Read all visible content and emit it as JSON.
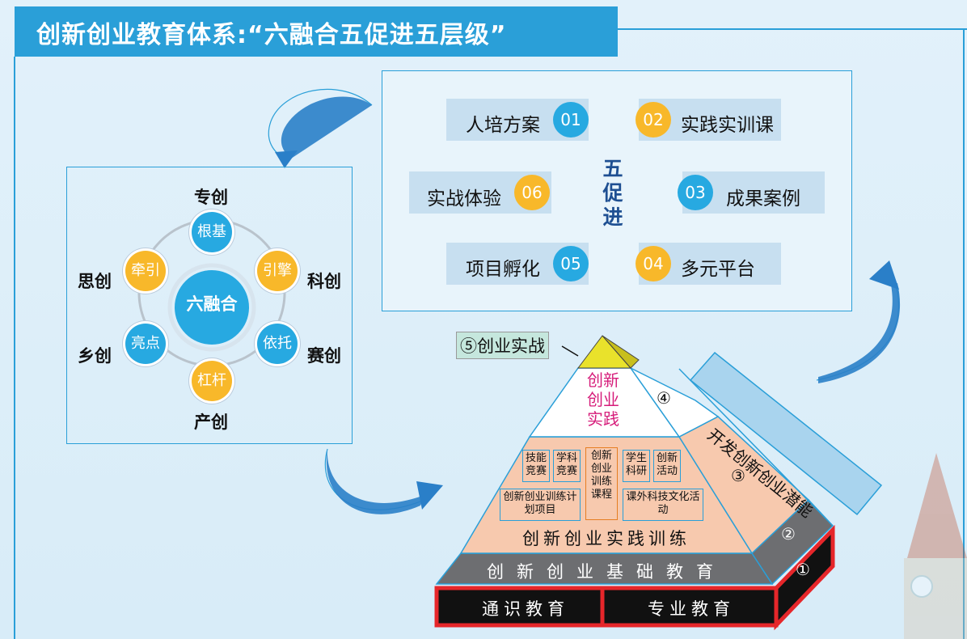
{
  "header": {
    "title": "创新创业教育体系:“六融合五促进五层级”"
  },
  "six_fusion": {
    "center_label": "六融合",
    "nodes": [
      {
        "label": "根基",
        "color": "#27a9e1"
      },
      {
        "label": "引擎",
        "color": "#f8b82a"
      },
      {
        "label": "依托",
        "color": "#27a9e1"
      },
      {
        "label": "杠杆",
        "color": "#f8b82a"
      },
      {
        "label": "亮点",
        "color": "#27a9e1"
      },
      {
        "label": "牵引",
        "color": "#f8b82a"
      }
    ],
    "outer_labels": [
      "专创",
      "科创",
      "赛创",
      "产创",
      "乡创",
      "思创"
    ]
  },
  "five_promote": {
    "center_label": "五促进",
    "items": [
      {
        "number": "01",
        "label": "人培方案",
        "color": "#27a9e1"
      },
      {
        "number": "02",
        "label": "实践实训课",
        "color": "#f8b82a"
      },
      {
        "number": "03",
        "label": "成果案例",
        "color": "#27a9e1"
      },
      {
        "number": "04",
        "label": "多元平台",
        "color": "#f8b82a"
      },
      {
        "number": "05",
        "label": "项目孵化",
        "color": "#27a9e1"
      },
      {
        "number": "06",
        "label": "实战体验",
        "color": "#f8b82a"
      }
    ]
  },
  "pyramid": {
    "level5_label": "⑤创业实战",
    "level4_text": "创新创业实践",
    "level4_marker": "④",
    "level3_marker": "③",
    "level2_marker": "②",
    "level1_marker": "①",
    "level3_title": "创新创业实践训练",
    "level3_items": {
      "skills": "技能竞赛",
      "subject": "学科竞赛",
      "course": "创新创业训练课程",
      "research": "学生科研",
      "activities": "创新活动",
      "training_plan": "创新创业训练计划项目",
      "extracurricular": "课外科技文化活动"
    },
    "level2_title": "创新创业基础教育",
    "level1_left": "通识教育",
    "level1_right": "专业教育",
    "side_label": "开发创新创业潜能"
  }
}
